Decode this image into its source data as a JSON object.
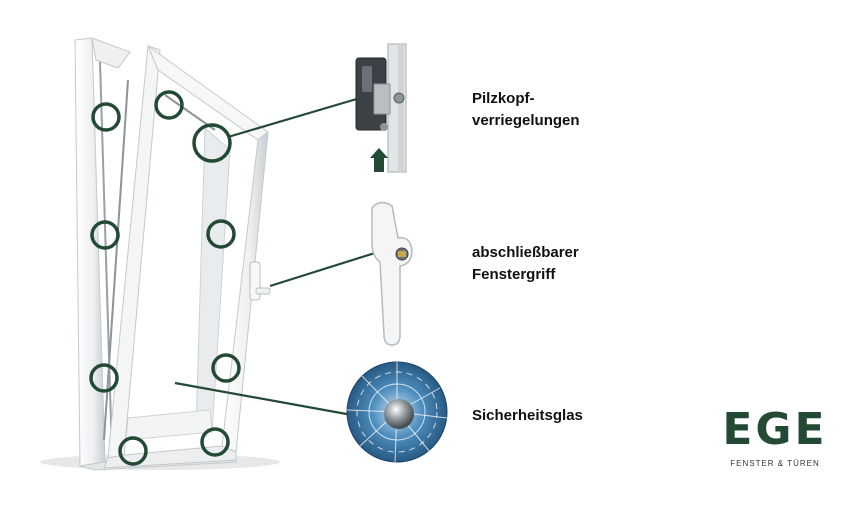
{
  "colors": {
    "accent": "#234a35",
    "frame_white": "#f4f5f5",
    "frame_shadow": "#cfd3d5",
    "glass_blue": "#2f6f9e",
    "text": "#111111"
  },
  "features": {
    "lock": {
      "lines": [
        "Pilzkopf-",
        "verriegelungen"
      ],
      "icon": "mushroom-lock-icon"
    },
    "handle": {
      "lines": [
        "abschließbarer",
        "Fenstergriff"
      ],
      "icon": "window-handle-icon"
    },
    "glass": {
      "lines": [
        "Sicherheitsglas"
      ],
      "icon": "safety-glass-icon"
    }
  },
  "brand": {
    "name": "EGE",
    "tagline": "FENSTER & TÜREN"
  }
}
